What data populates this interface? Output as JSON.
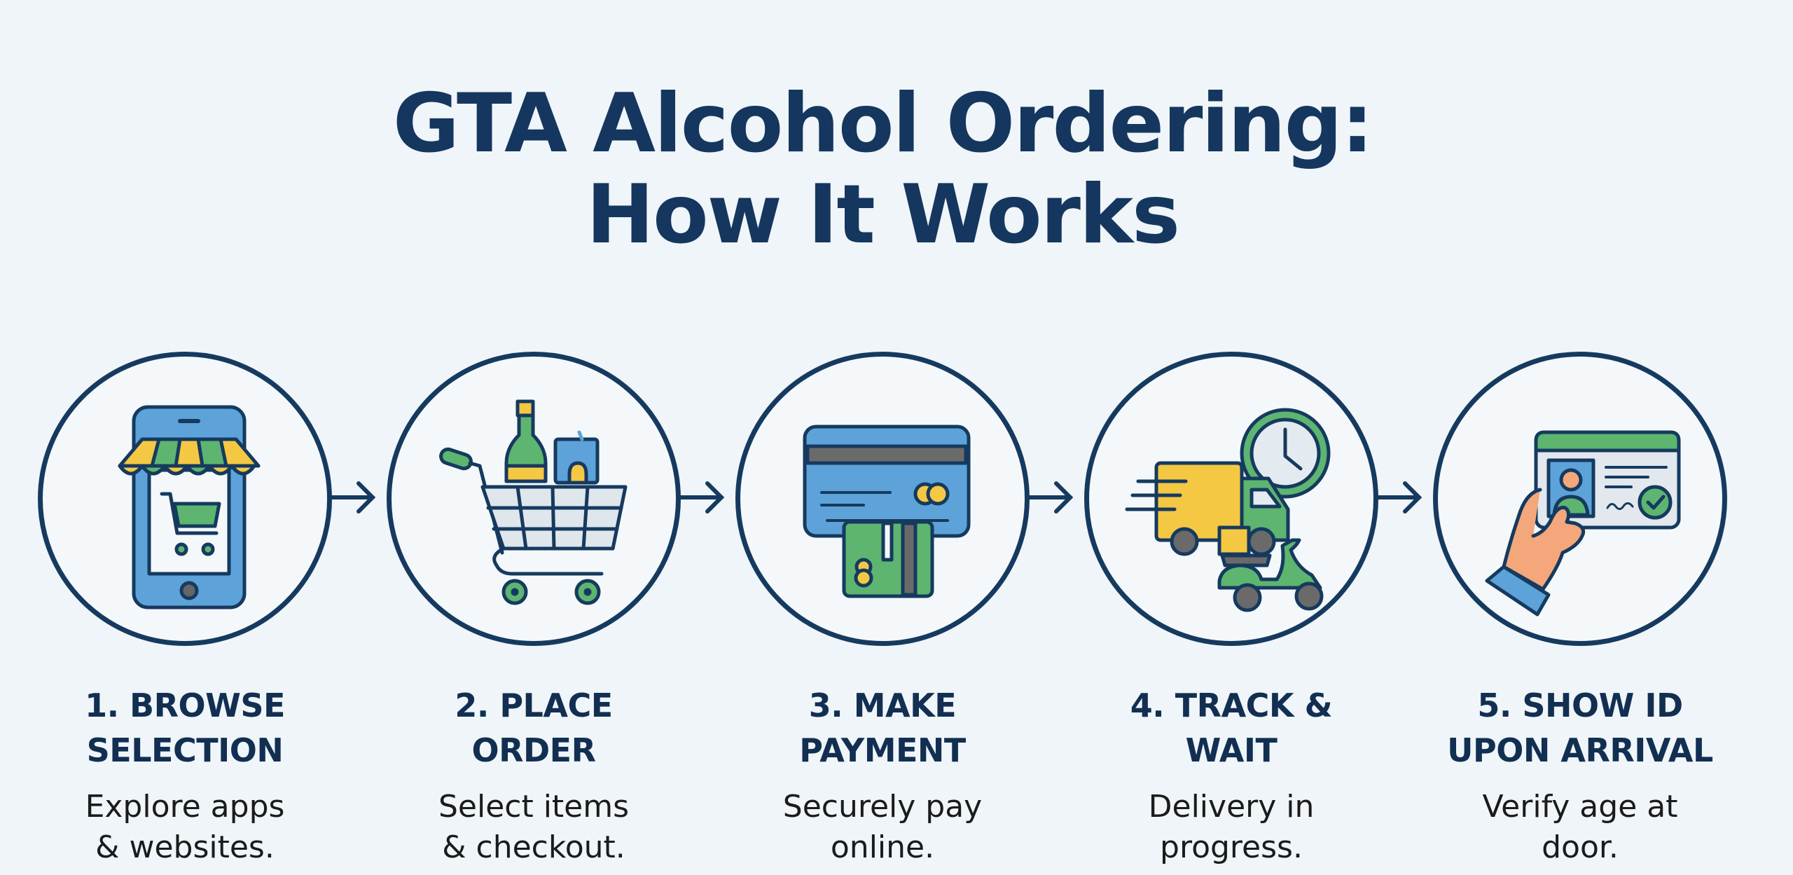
{
  "header": {
    "title_line_1": "GTA Alcohol Ordering:",
    "title_line_2": "How It Works"
  },
  "colors": {
    "background": "#eff5f8",
    "navy": "#163a5f",
    "title": "#15365e",
    "blue": "#5da3d9",
    "green": "#5db570",
    "yellow": "#f5c843",
    "gray": "#6a6a6a",
    "skin": "#f3a77b"
  },
  "steps": [
    {
      "number": "1",
      "title_line_1": "1. BROWSE",
      "title_line_2": "SELECTION",
      "desc_line_1": "Explore apps",
      "desc_line_2": "& websites.",
      "icon": "mobile-shop-icon"
    },
    {
      "number": "2",
      "title_line_1": "2. PLACE",
      "title_line_2": "ORDER",
      "desc_line_1": "Select items",
      "desc_line_2": "& checkout.",
      "icon": "shopping-cart-bottle-icon"
    },
    {
      "number": "3",
      "title_line_1": "3. MAKE",
      "title_line_2": "PAYMENT",
      "desc_line_1": "Securely pay",
      "desc_line_2": "online.",
      "icon": "credit-card-payment-icon"
    },
    {
      "number": "4",
      "title_line_1": "4. TRACK &",
      "title_line_2": "WAIT",
      "desc_line_1": "Delivery in",
      "desc_line_2": "progress.",
      "icon": "delivery-truck-clock-icon"
    },
    {
      "number": "5",
      "title_line_1": "5. SHOW ID",
      "title_line_2": "UPON ARRIVAL",
      "desc_line_1": "Verify age at",
      "desc_line_2": "door.",
      "icon": "id-card-hand-icon"
    }
  ]
}
